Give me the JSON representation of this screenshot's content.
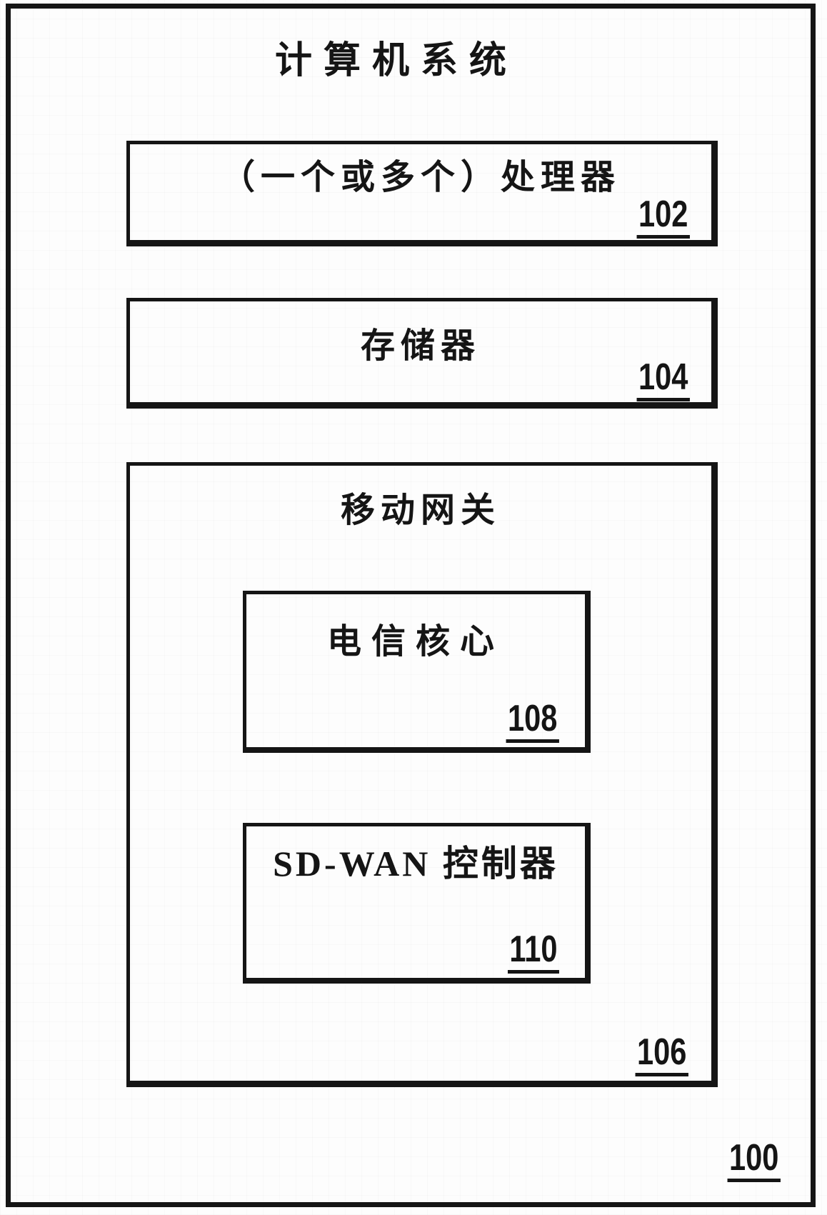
{
  "colors": {
    "ink": "#151515",
    "paper": "#fdfdfd"
  },
  "figure": {
    "title": "计算机系统",
    "system_ref": "100",
    "processor": {
      "label": "（一个或多个）处理器",
      "ref": "102"
    },
    "memory": {
      "label": "存储器",
      "ref": "104"
    },
    "gateway": {
      "label": "移动网关",
      "ref": "106",
      "telecom_core": {
        "label": "电信核心",
        "ref": "108"
      },
      "sdwan_controller": {
        "label": "SD-WAN 控制器",
        "ref": "110"
      }
    }
  }
}
